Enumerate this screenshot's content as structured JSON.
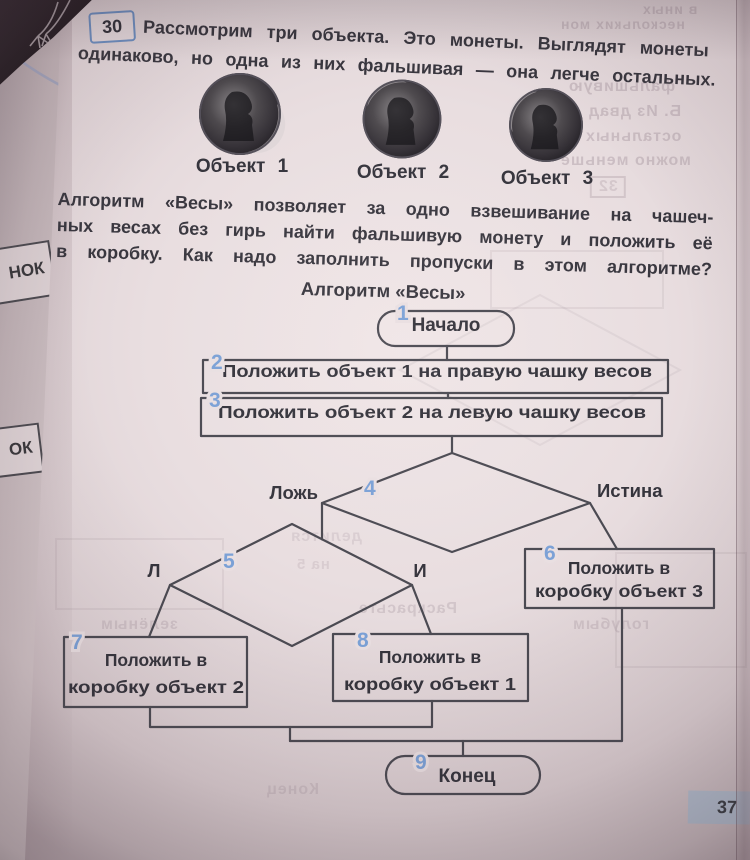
{
  "page": {
    "number": "37"
  },
  "task": {
    "number": "30",
    "intro_line1": "Рассмотрим три объекта. Это монеты. Выглядят монеты",
    "intro_line2": "одинаково, но одна из них фальшивая — она легче остальных.",
    "body_line1": "Алгоритм «Весы» позволяет за одно взвешивание на чашеч-",
    "body_line2": "ных весах без гирь найти фальшивую монету и положить её",
    "body_line3": "в коробку. Как надо заполнить пропуски в этом алгоритме?",
    "diagram_title": "Алгоритм «Весы»"
  },
  "objects": {
    "labels": [
      "Объект 1",
      "Объект 2",
      "Объект 3"
    ]
  },
  "flowchart": {
    "start": {
      "num": "1",
      "label": "Начало"
    },
    "step2": {
      "num": "2",
      "label": "Положить объект 1 на правую чашку весов"
    },
    "step3": {
      "num": "3",
      "label": "Положить объект 2 на левую чашку весов"
    },
    "cond4": {
      "num": "4",
      "false_label": "Ложь",
      "true_label": "Истина"
    },
    "cond5": {
      "num": "5",
      "false_label": "Л",
      "true_label": "И"
    },
    "box6": {
      "num": "6",
      "line1": "Положить в",
      "line2": "коробку объект 3"
    },
    "box7": {
      "num": "7",
      "line1": "Положить в",
      "line2": "коробку объект 2"
    },
    "box8": {
      "num": "8",
      "line1": "Положить в",
      "line2": "коробку объект 1"
    },
    "end": {
      "num": "9",
      "label": "Конец"
    }
  },
  "adjacent_page": {
    "fragment_top": "НОК",
    "fragment_bottom": "ОК"
  },
  "bleedthrough": {
    "fragments": [
      "фальшивую",
      "Б. Из двад",
      "остальных",
      "можно меньше",
      "32",
      "делится",
      "на 5",
      "Раскрасьте",
      "зелёным",
      "голубым",
      "Конец",
      "в иных",
      "нескольких мон"
    ]
  },
  "colors": {
    "step_number_blue": "#7ba1d6",
    "task_badge_border_blue": "#6e8fc0",
    "page_badge_bg": "#b6c1d1",
    "flow_line": "#4b4a52",
    "paper": "#e8dee0"
  }
}
